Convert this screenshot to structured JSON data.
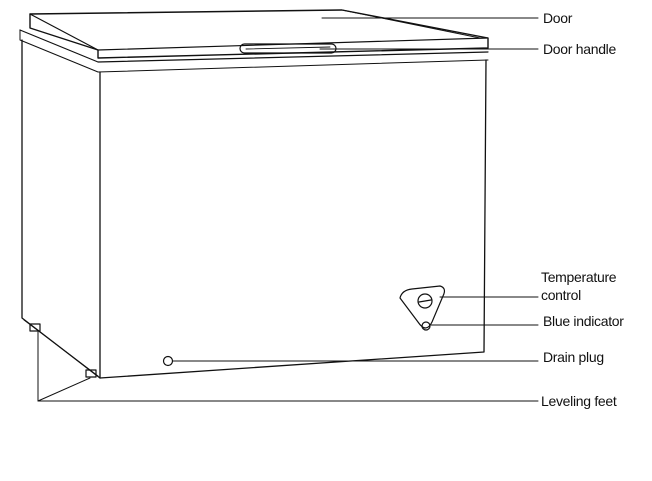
{
  "diagram": {
    "labels": {
      "door": "Door",
      "door_handle": "Door handle",
      "temperature_control_line1": "Temperature",
      "temperature_control_line2": "control",
      "blue_indicator": "Blue indicator",
      "drain_plug": "Drain plug",
      "leveling_feet": "Leveling feet"
    },
    "colors": {
      "stroke": "#111111",
      "background": "#ffffff"
    }
  }
}
